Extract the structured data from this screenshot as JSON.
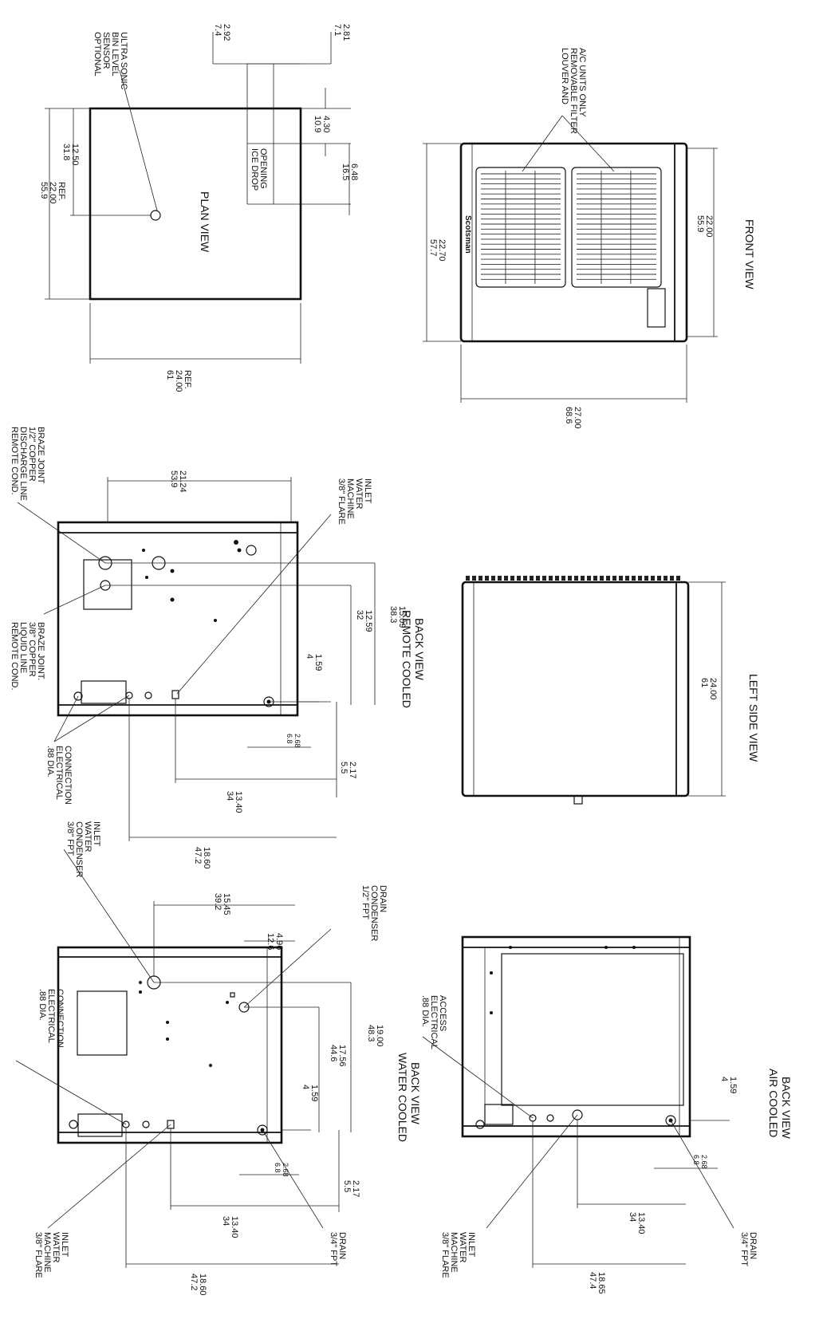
{
  "labels": {
    "plan_view": "PLAN VIEW",
    "front_view": "FRONT VIEW",
    "left_side_view": "LEFT SIDE VIEW",
    "remote_cooled_back_view": [
      "REMOTE COOLED",
      "BACK VIEW"
    ],
    "water_cooled_back_view": [
      "WATER COOLED",
      "BACK VIEW"
    ],
    "air_cooled_back_view": [
      "AIR COOLED",
      "BACK VIEW"
    ]
  },
  "notes": {
    "ultrasonic": [
      "ULTRA SONIC",
      "BIN LEVEL",
      "SENSOR",
      "OPTIONAL"
    ],
    "ice_drop": [
      "ICE DROP",
      "OPENING"
    ],
    "louver": [
      "LOUVER AND",
      "REMOVABLE FILTER",
      "A/C UNITS ONLY"
    ],
    "remote_discharge": [
      "REMOTE COND.",
      "DISCHARGE LINE",
      "1/2\" COPPER",
      "BRAZE JOINT"
    ],
    "remote_liquid": [
      "REMOTE COND.",
      "LIQUID LINE",
      "3/8\" COPPER",
      "BRAZE JOINT."
    ],
    "flare_inlet_rc": [
      "3/8\" FLARE",
      "MACHINE",
      "WATER",
      "INLET"
    ],
    "elec_rc": [
      ".88 DIA.",
      "ELECTRICAL",
      "CONNECTION"
    ],
    "cond_water_inlet": [
      "3/8\" FPT",
      "CONDENSER",
      "WATER",
      "INLET"
    ],
    "cond_drain": [
      "1/2\" FPT",
      "CONDENSER",
      "DRAIN"
    ],
    "elec_wc": [
      ".88 DIA.",
      "ELECTRICAL",
      "CONNECTION"
    ],
    "flare_inlet_wc": [
      "3/8\" FLARE",
      "MACHINE",
      "WATER",
      "INLET"
    ],
    "drain_wc": [
      "3/4\" FPT",
      "DRAIN"
    ],
    "elec_ac": [
      ".88 DIA.",
      "ELECTRICAL",
      "ACCESS"
    ],
    "flare_inlet_ac": [
      "3/8\" FLARE",
      "MACHINE",
      "WATER",
      "INLET"
    ],
    "drain_ac": [
      "3/4\" FPT",
      "DRAIN"
    ],
    "brand": "Scotsman"
  },
  "dimensions": {
    "plan_559": [
      "55.9",
      "22.00",
      "REF."
    ],
    "plan_318": [
      "31.8",
      "12.50"
    ],
    "plan_61": [
      "61",
      "24.00",
      "REF."
    ],
    "plan_74": [
      "7.4",
      "2.92"
    ],
    "plan_71": [
      "7.1",
      "2.81"
    ],
    "plan_109": [
      "10.9",
      "4.30"
    ],
    "plan_165": [
      "16.5",
      "6.48"
    ],
    "front_577": [
      "57.7",
      "22.70"
    ],
    "front_559": [
      "55.9",
      "22.00"
    ],
    "front_686": [
      "68.6",
      "27.00"
    ],
    "rc_539": [
      "53.9",
      "21.24"
    ],
    "rc_383": [
      "38.3",
      "15.09"
    ],
    "rc_32": [
      "32",
      "12.59"
    ],
    "rc_4": [
      "4",
      "1.59"
    ],
    "rc_68": [
      "6.8",
      "2.68"
    ],
    "rc_55": [
      "5.5",
      "2.17"
    ],
    "rc_34": [
      "34",
      "13.40"
    ],
    "rc_472": [
      "47.2",
      "18.60"
    ],
    "side_61": [
      "61",
      "24.00"
    ],
    "wc_392": [
      "39.2",
      "15.45"
    ],
    "wc_126": [
      "12.6",
      "4.96"
    ],
    "wc_483": [
      "48.3",
      "19.00"
    ],
    "wc_446": [
      "44.6",
      "17.56"
    ],
    "wc_4": [
      "4",
      "1.59"
    ],
    "wc_68": [
      "6.8",
      "2.68"
    ],
    "wc_55": [
      "5.5",
      "2.17"
    ],
    "wc_34": [
      "34",
      "13.40"
    ],
    "wc_472": [
      "47.2",
      "18.60"
    ],
    "ac_4": [
      "4",
      "1.59"
    ],
    "ac_68": [
      "6.8",
      "2.68"
    ],
    "ac_34": [
      "34",
      "13.40"
    ],
    "ac_474": [
      "47.4",
      "18.65"
    ]
  }
}
